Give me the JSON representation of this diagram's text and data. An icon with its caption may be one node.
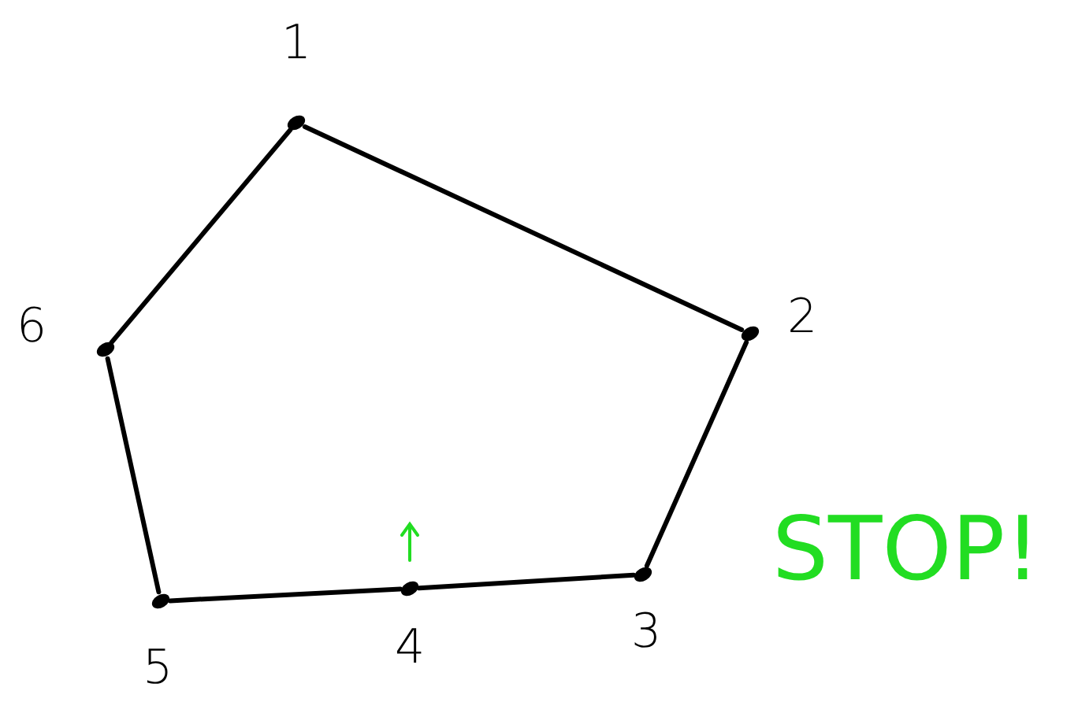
{
  "diagram": {
    "nodes": [
      {
        "text": [],
        "shape": "circle",
        "beside": [
          "1"
        ]
      },
      {
        "text": [],
        "shape": "circle",
        "beside": [
          "2"
        ]
      },
      {
        "text": [],
        "shape": "circle",
        "beside": [
          "3"
        ]
      },
      {
        "text": [],
        "shape": "circle",
        "beside": [
          "4"
        ]
      },
      {
        "text": [],
        "shape": "circle",
        "beside": [
          "5"
        ]
      },
      {
        "text": [],
        "shape": "circle",
        "beside": [
          "6"
        ]
      }
    ],
    "edges": [
      {
        "from": 0,
        "to": 1,
        "arrow": "none"
      },
      {
        "from": 1,
        "to": 2,
        "arrow": "none"
      },
      {
        "from": 2,
        "to": 3,
        "arrow": "none"
      },
      {
        "from": 3,
        "to": 4,
        "arrow": "none"
      },
      {
        "from": 4,
        "to": 5,
        "arrow": "none"
      },
      {
        "from": 5,
        "to": 0,
        "arrow": "none"
      }
    ],
    "labels": [
      "STOP!"
    ]
  }
}
